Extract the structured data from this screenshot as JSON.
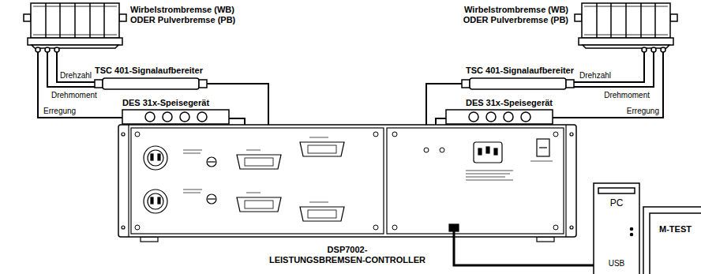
{
  "diagram": {
    "nodes": [
      {
        "text": [
          "Wirbelstrombremse (WB) ODER Pulverbremse (PB)"
        ]
      },
      {
        "text": [
          "Wirbelstrombremse (WB) ODER Pulverbremse (PB)"
        ]
      },
      {
        "text": [
          "TSC 401-Signalaufbereiter"
        ]
      },
      {
        "text": [
          "TSC 401-Signalaufbereiter"
        ]
      },
      {
        "text": [
          "DES 31x-Speisegerät"
        ]
      },
      {
        "text": [
          "DES 31x-Speisegerät"
        ]
      },
      {
        "text": [
          "DSP7002- LEISTUNGSBREMSEN-CONTROLLER"
        ]
      },
      {
        "text": [
          "PC",
          "USB"
        ]
      },
      {
        "text": [
          "M-TEST"
        ]
      }
    ],
    "edges": [
      {
        "from": 0,
        "to": 2,
        "label": "Drehzahl",
        "arrow": "none"
      },
      {
        "from": 0,
        "to": 2,
        "label": "Drehmoment",
        "arrow": "none"
      },
      {
        "from": 0,
        "to": 4,
        "label": "Erregung",
        "arrow": "none"
      },
      {
        "from": 1,
        "to": 3,
        "label": "Drehzahl",
        "arrow": "none"
      },
      {
        "from": 1,
        "to": 3,
        "label": "Drehmoment",
        "arrow": "none"
      },
      {
        "from": 1,
        "to": 5,
        "label": "Erregung",
        "arrow": "none"
      },
      {
        "from": 2,
        "to": 6,
        "arrow": "none"
      },
      {
        "from": 4,
        "to": 6,
        "arrow": "none"
      },
      {
        "from": 3,
        "to": 6,
        "arrow": "none"
      },
      {
        "from": 5,
        "to": 6,
        "arrow": "none"
      },
      {
        "from": 6,
        "to": 7,
        "arrow": "none"
      }
    ]
  }
}
